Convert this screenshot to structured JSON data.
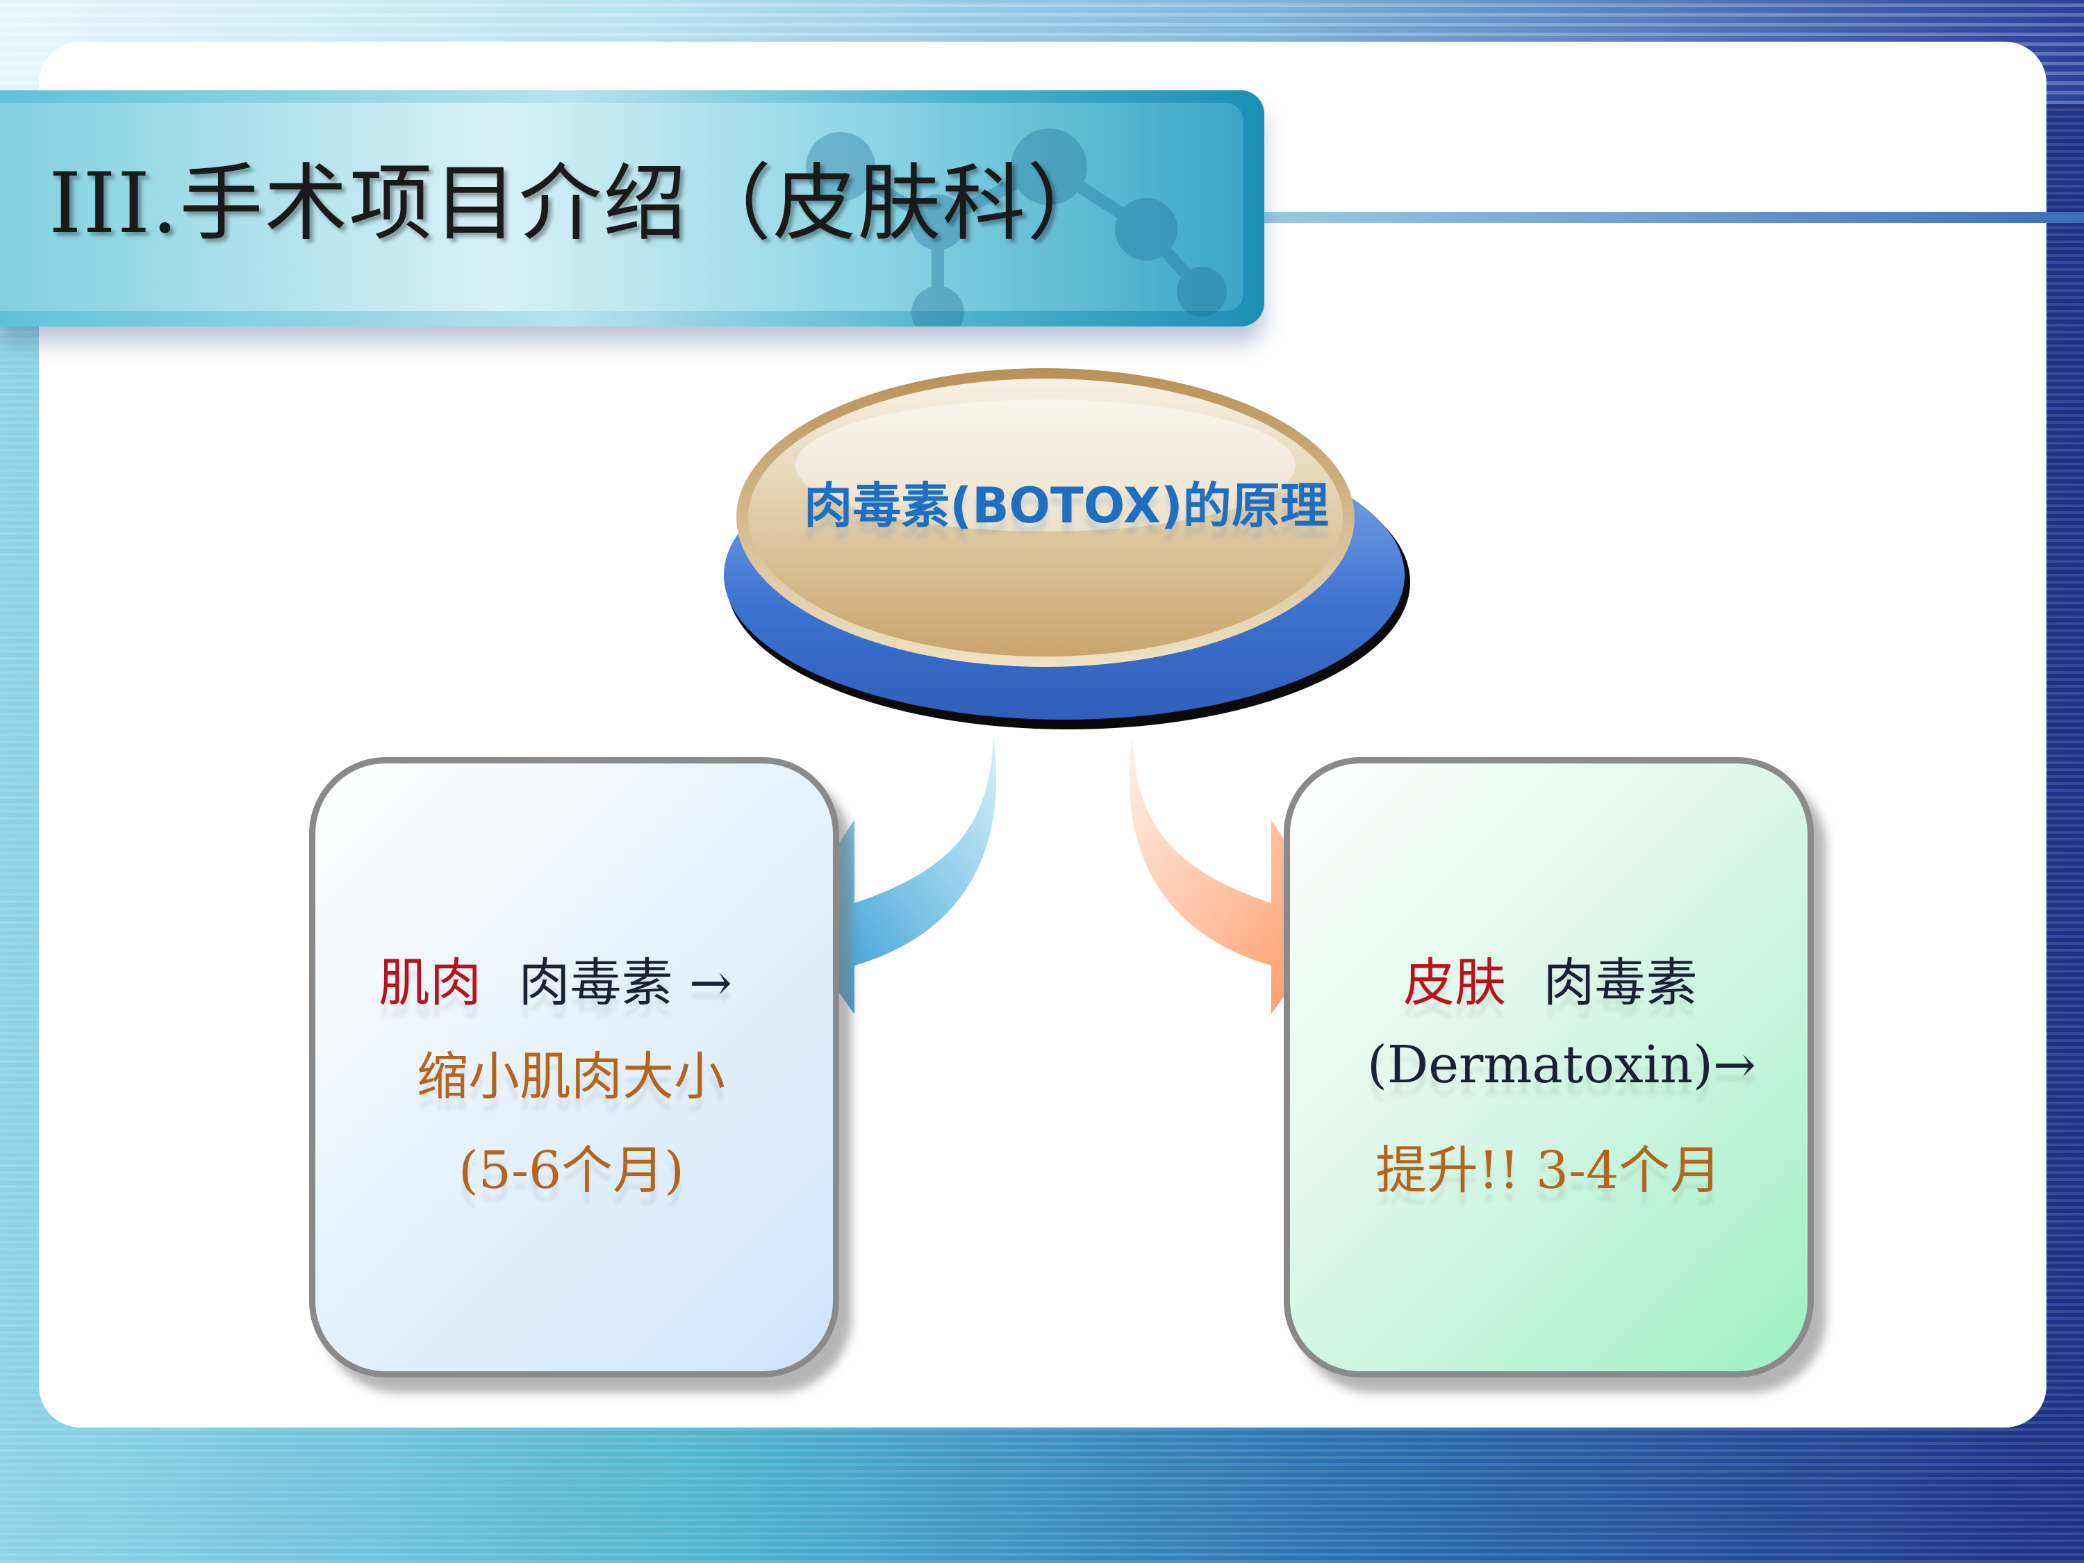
{
  "slide": {
    "title": "III.手术项目介绍（皮肤科）"
  },
  "center": {
    "label": "肉毒素(BOTOX)的原理"
  },
  "left_box": {
    "line1_keyword": "肌肉",
    "line1_rest": "肉毒素 →",
    "line2": "缩小肌肉大小",
    "line3": "(5-6个月)"
  },
  "right_box": {
    "line1_keyword": "皮肤",
    "line1_rest": "肉毒素",
    "line2": "(Dermatoxin)→",
    "line3": "提升!! 3-4个月"
  },
  "colors": {
    "keyword": "#b8121b",
    "body_text": "#1a2035",
    "detail_text": "#b5651b",
    "center_label": "#1f6fc1",
    "arrow_left": "#1f8fd0",
    "arrow_right": "#ff9a6a"
  }
}
